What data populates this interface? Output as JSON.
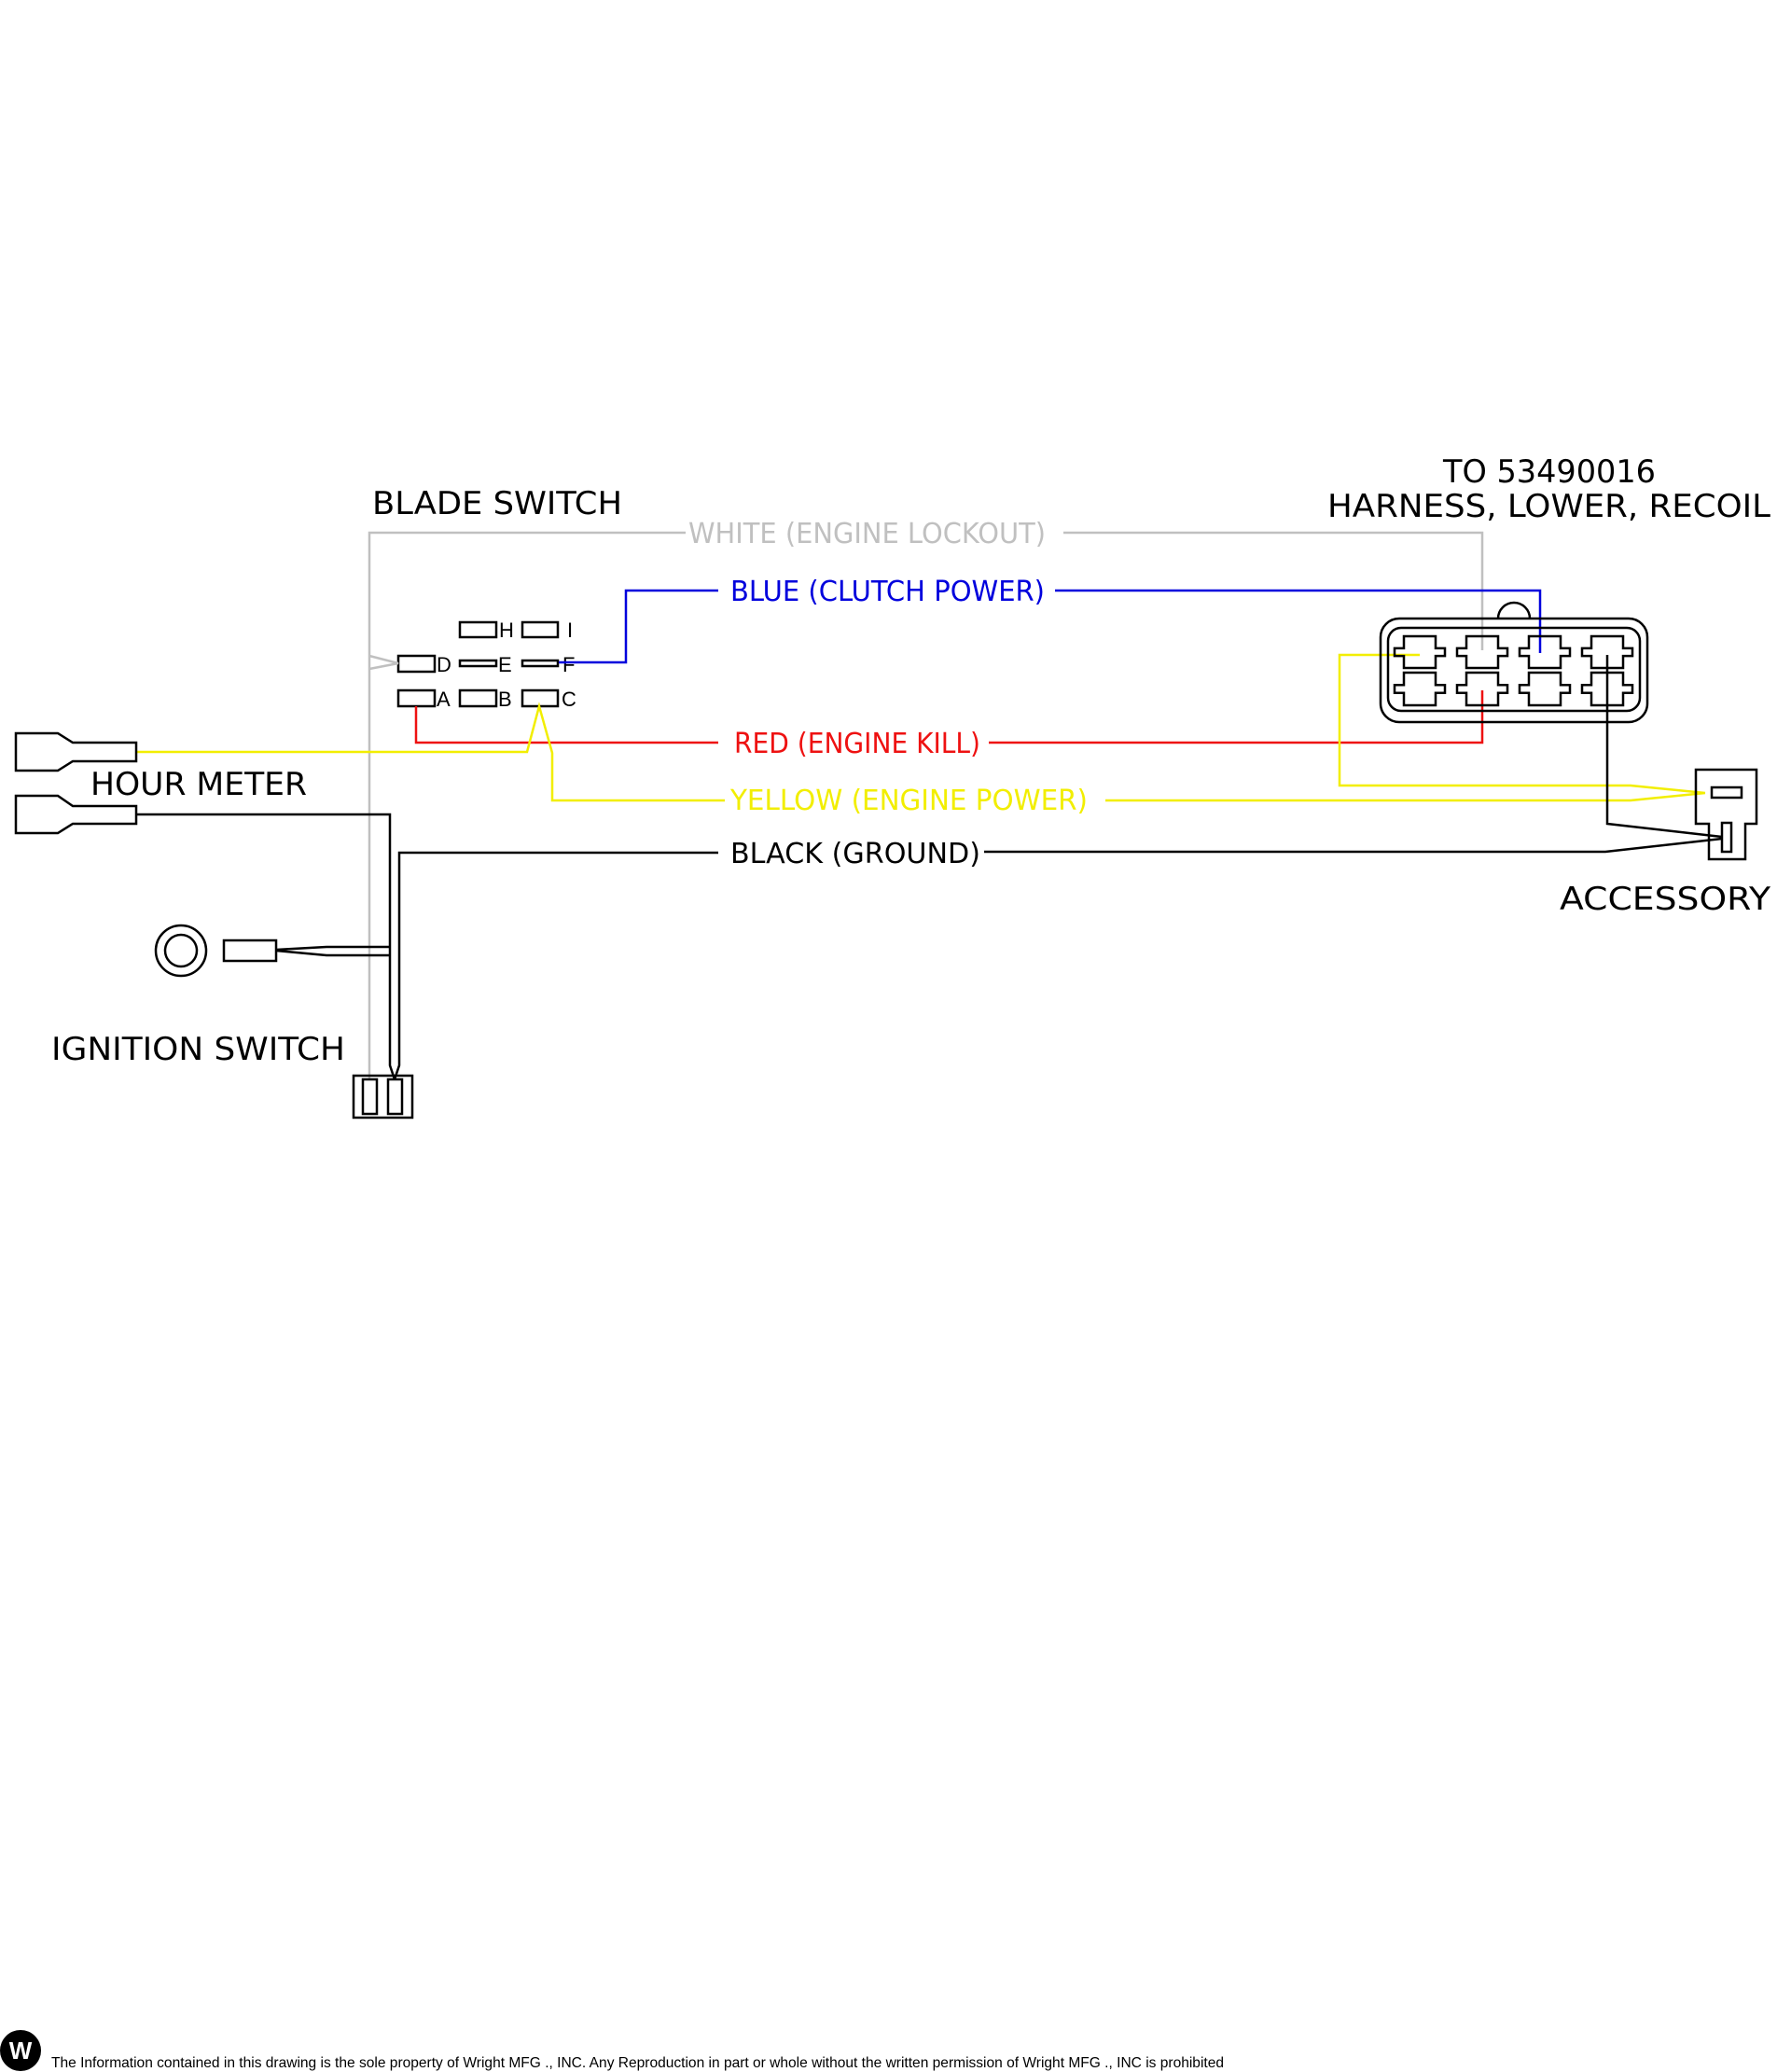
{
  "labels": {
    "blade_switch": "BLADE SWITCH",
    "harness_line1": "TO 53490016",
    "harness_line2": "HARNESS, LOWER, RECOIL",
    "hour_meter": "HOUR METER",
    "ignition_switch": "IGNITION SWITCH",
    "accessory": "ACCESSORY"
  },
  "wires": {
    "white": {
      "label": "WHITE (ENGINE LOCKOUT)",
      "color": "#c0c0c0"
    },
    "blue": {
      "label": "BLUE (CLUTCH POWER)",
      "color": "#0000dd"
    },
    "red": {
      "label": "RED (ENGINE KILL)",
      "color": "#ee1111"
    },
    "yellow": {
      "label": "YELLOW (ENGINE POWER)",
      "color": "#f2ee00"
    },
    "black": {
      "label": "BLACK (GROUND)",
      "color": "#000000"
    }
  },
  "switch_pins": [
    "A",
    "B",
    "C",
    "D",
    "E",
    "F",
    "H",
    "I"
  ],
  "footer": {
    "logo_letter": "W",
    "notice": "The Information contained in this drawing is the sole property of Wright MFG ., INC. Any Reproduction in part or whole without the written permission of Wright MFG ., INC is prohibited"
  }
}
